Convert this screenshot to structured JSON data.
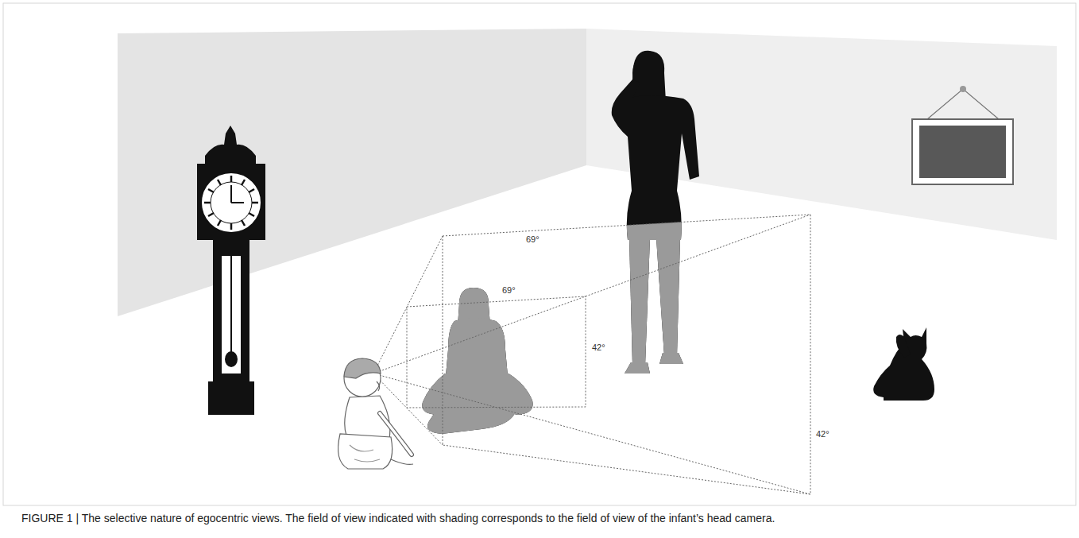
{
  "diagram": {
    "caption": "FIGURE 1 | The selective nature of egocentric views. The field of view indicated with shading corresponds to the field of view of the infant’s head camera.",
    "labels": [
      "69°",
      "69°",
      "42°",
      "42°"
    ]
  }
}
